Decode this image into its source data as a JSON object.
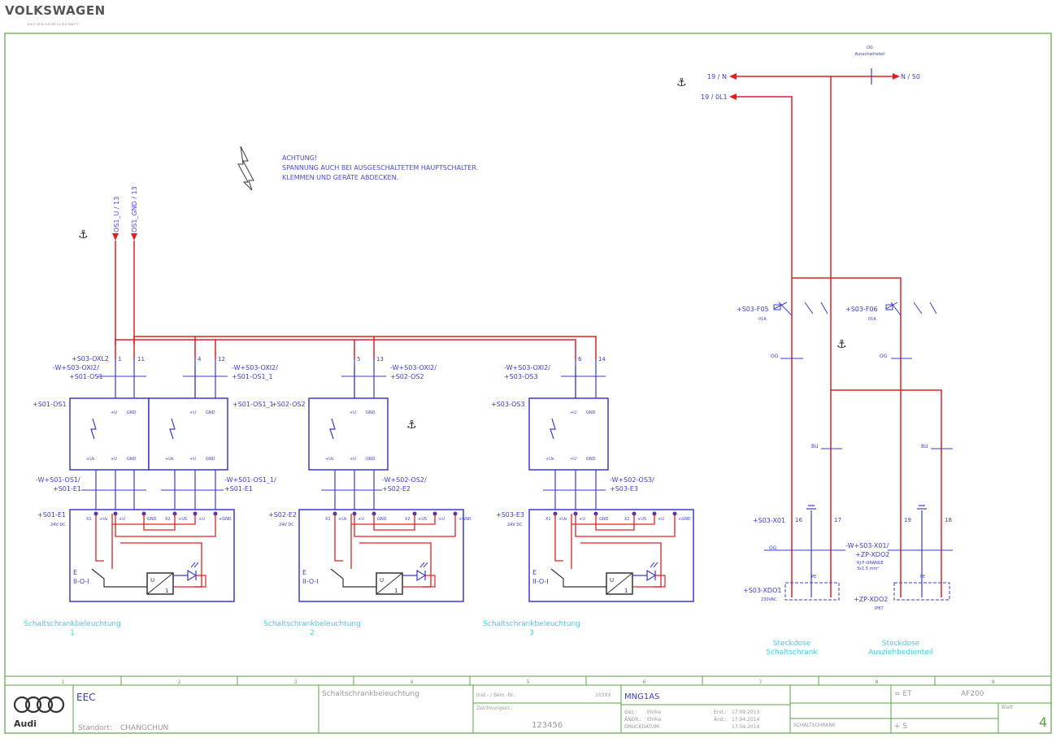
{
  "header": {
    "brand": "VOLKSWAGEN",
    "brand_sub": "AKTIENGESELLSCHAFT"
  },
  "warning": {
    "line1": "ACHTUNG!",
    "line2": "SPANNUNG AUCH BEI AUSGESCHALTETEM HAUPTSCHALTER.",
    "line3": "KLEMMEN UND GERÄTE ABDECKEN."
  },
  "signals": {
    "os1_u": "OS1_U / 13",
    "os1_gnd": "OS1_GND / 13",
    "n_in": "19 / N",
    "l1_in": "19 / 0L1",
    "n_out": "N / 50",
    "og_top": "OG",
    "og_top_sub": "Ausschaltrelait"
  },
  "terminals": {
    "t1": "1",
    "t11": "11",
    "t4": "4",
    "t12": "12",
    "t5": "5",
    "t13": "13",
    "t6": "6",
    "t14": "14"
  },
  "modules": {
    "xl2": "+S03-OXL2",
    "w_os1": "-W+S03-OXI2/",
    "s01_os1": "+S01-OS1",
    "w_os1_1": "-W+S03-OXI2/",
    "s01_os1_1": "+S01-OS1_1",
    "w_os2": "-W+S03-OXI2/",
    "s02_os2": "+S02-OS2",
    "w_os3": "-W+S03-OXI2/",
    "s03_os3": "+S03-OS3",
    "box_s01_os1": "+S01-OS1",
    "box_s01_os1_1": "+S01-OS1_1",
    "box_s02_os2": "+S02-OS2",
    "box_s03_os3": "+S03-OS3",
    "pin_u": "+U",
    "pin_gnd": "GND",
    "pin_us": "+Us",
    "w_e1a": "-W+S01-OS1/",
    "w_e1a_2": "+S01-E1",
    "w_e1b": "-W+S01-OS1_1/",
    "w_e1b_2": "+S01-E1",
    "w_e2": "-W+S02-OS2/",
    "w_e2_2": "+S02-E2",
    "w_e3": "-W+S02-OS3/",
    "w_e3_2": "+S03-E3",
    "e1": "+S01-E1",
    "e2": "+S02-E2",
    "e3": "+S03-E3",
    "vdc": "24V DC",
    "lamp_label": "E",
    "switch_label": "II-O-I",
    "cap1_a": "Schaltschrankbeleuchtung",
    "cap1_b": "1",
    "cap2_a": "Schaltschrankbeleuchtung",
    "cap2_b": "2",
    "cap3_a": "Schaltschrankbeleuchtung",
    "cap3_b": "3"
  },
  "right_section": {
    "f05": "+S03-F05",
    "f06": "+S03-F06",
    "a1": "01A",
    "a2": "01A",
    "og1": "OG",
    "og2": "OG",
    "bu1": "BU",
    "bu2": "BU",
    "x01": "+S03-X01",
    "x01b_1": "-W+S03-X01/",
    "x01b_2": "+ZP-XDO2",
    "x01b_3": "RJ-F-ORANGE",
    "x01b_4": "3x1,5 mm²",
    "xd01": "+S03-XDO1",
    "xd01_v": "230VAC",
    "xd02": "+ZP-XDO2",
    "xd02_v": "IP67",
    "og3": "OG",
    "t16": "16",
    "t17": "17",
    "t19": "19",
    "t18": "18",
    "pe": "PE",
    "cap_a1": "Steckdose",
    "cap_a2": "Schaltschrank",
    "cap_b1": "Steckdose",
    "cap_b2": "Ausziehbedienteil"
  },
  "title_block": {
    "logo_text": "Audi",
    "company": "EEC",
    "standort_label": "Standort:",
    "standort_value": "CHANGCHUN",
    "description": "Schaltschrankbeleuchtung",
    "order_label": "Inst.- / Bem.-Nr.:",
    "order_value": "103XX",
    "drawing_label": "Zeichnungsnr.:",
    "drawing_value": "123456",
    "project": "MNG1AS",
    "gez_label": "Gez.:",
    "gez_value": "Ehrke",
    "aend_label": "ÄNDR.:",
    "aend_value": "Ehrke",
    "druck_label": "DRUCKDATUM:",
    "date1_label": "Erst.:",
    "date1": "17.09.2013",
    "date2_label": "Änd.:",
    "date2": "17.04.2014",
    "date3": "17.04.2014",
    "location": "SCHALTSCHRANK",
    "et_label": "= ET",
    "ar_value": "AF200",
    "plus_label": "+ S",
    "blatt_label": "Blatt",
    "sheet_number": "4"
  },
  "ruler": {
    "marks": [
      "1",
      "2",
      "3",
      "4",
      "5",
      "6",
      "7",
      "8",
      "9"
    ]
  }
}
